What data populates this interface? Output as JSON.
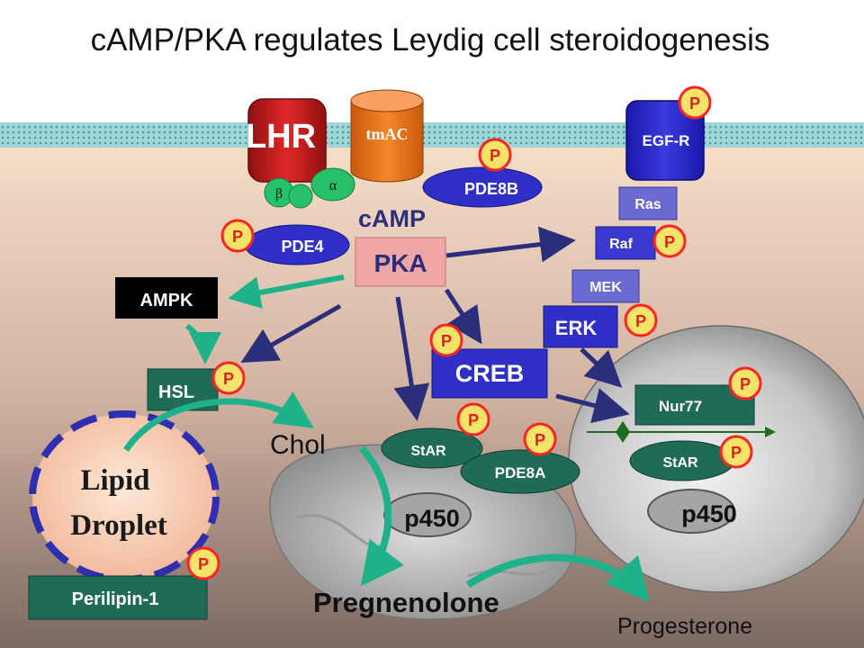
{
  "title": "cAMP/PKA regulates Leydig cell steroidogenesis",
  "receptors": {
    "lhr": "LHR",
    "tmac": "tmAC",
    "beta": "β",
    "alpha": "α",
    "egfr": "EGF-R"
  },
  "second_messenger": {
    "camp": "cAMP",
    "pka": "PKA"
  },
  "enzymes": {
    "pde8b": "PDE8B",
    "pde4": "PDE4",
    "pde8a": "PDE8A",
    "ampk": "AMPK",
    "hsl": "HSL",
    "creb": "CREB",
    "star_mito": "StAR",
    "star_nuc": "StAR",
    "nur77": "Nur77",
    "perilipin": "Perilipin-1"
  },
  "mapk": {
    "ras": "Ras",
    "raf": "Raf",
    "mek": "MEK",
    "erk": "ERK"
  },
  "phospho_label": "P",
  "organelles": {
    "lipid_droplet_line1": "Lipid",
    "lipid_droplet_line2": "Droplet",
    "p450_mito": "p450",
    "p450_nuc": "p450"
  },
  "metabolites": {
    "chol": "Chol",
    "pregnenolone": "Pregnenolone",
    "progesterone": "Progesterone"
  },
  "colors": {
    "membrane": "#7fc6cc",
    "cytoplasm_top": "#f4dcc6",
    "cytoplasm_bottom": "#7f6c66",
    "arrow_navy": "#2b2e7a",
    "arrow_teal": "#1fb28a",
    "enzyme_blue": "#3030c8",
    "enzyme_green": "#1f6b57",
    "phospho_fill": "#f7e36a",
    "phospho_stroke": "#ff2222",
    "pka_fill": "#f1a6a6",
    "lhr_red": "#cc1e1e",
    "tmac_orange": "#f07a1e"
  }
}
